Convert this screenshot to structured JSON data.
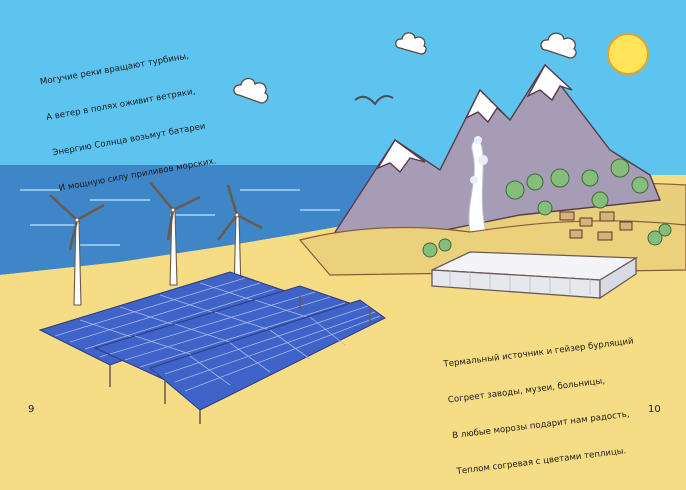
{
  "poem_left": {
    "lines": [
      "Могучие реки вращают турбины,",
      "А ветер в полях оживит ветряки,",
      "Энергию Солнца возьмут батареи",
      "И мощную силу приливов морских."
    ]
  },
  "poem_right": {
    "lines": [
      "Термальный источник и гейзер бурлящий",
      "Согреет заводы, музеи, больницы,",
      "В любые морозы подарит нам радость,",
      "Теплом согревая с цветами теплицы."
    ]
  },
  "page_numbers": {
    "left": "9",
    "right": "10"
  },
  "colors": {
    "sky": "#5cc4ee",
    "sea": "#3f86c8",
    "sand": "#f6dc84",
    "mountain": "#a79cb6",
    "snow": "#ffffff",
    "hill": "#ecd17c",
    "panel": "#3f63c9",
    "greenery": "#86bd7a",
    "sun": "#ffe45a"
  }
}
